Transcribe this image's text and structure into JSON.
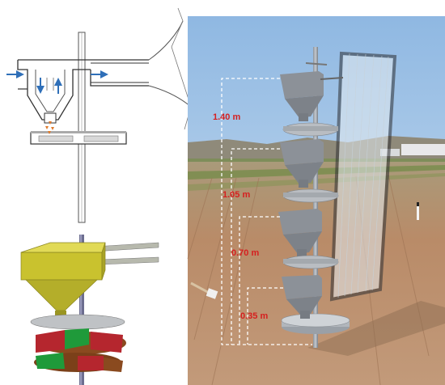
{
  "colors": {
    "height_label": "#d61f1f",
    "flow_arrow": "#2f6fb8",
    "hopper_yellow": "#c9c22e",
    "tray_red": "#b5262e",
    "tray_green": "#1f9a3a",
    "tray_brown": "#8a4a1f",
    "sky": "#9cc2e6",
    "soil": "#b98b68"
  },
  "heights": [
    {
      "label": "1.40 m"
    },
    {
      "label": "1.05 m"
    },
    {
      "label": "0.70 m"
    },
    {
      "label": "0.35 m"
    }
  ]
}
